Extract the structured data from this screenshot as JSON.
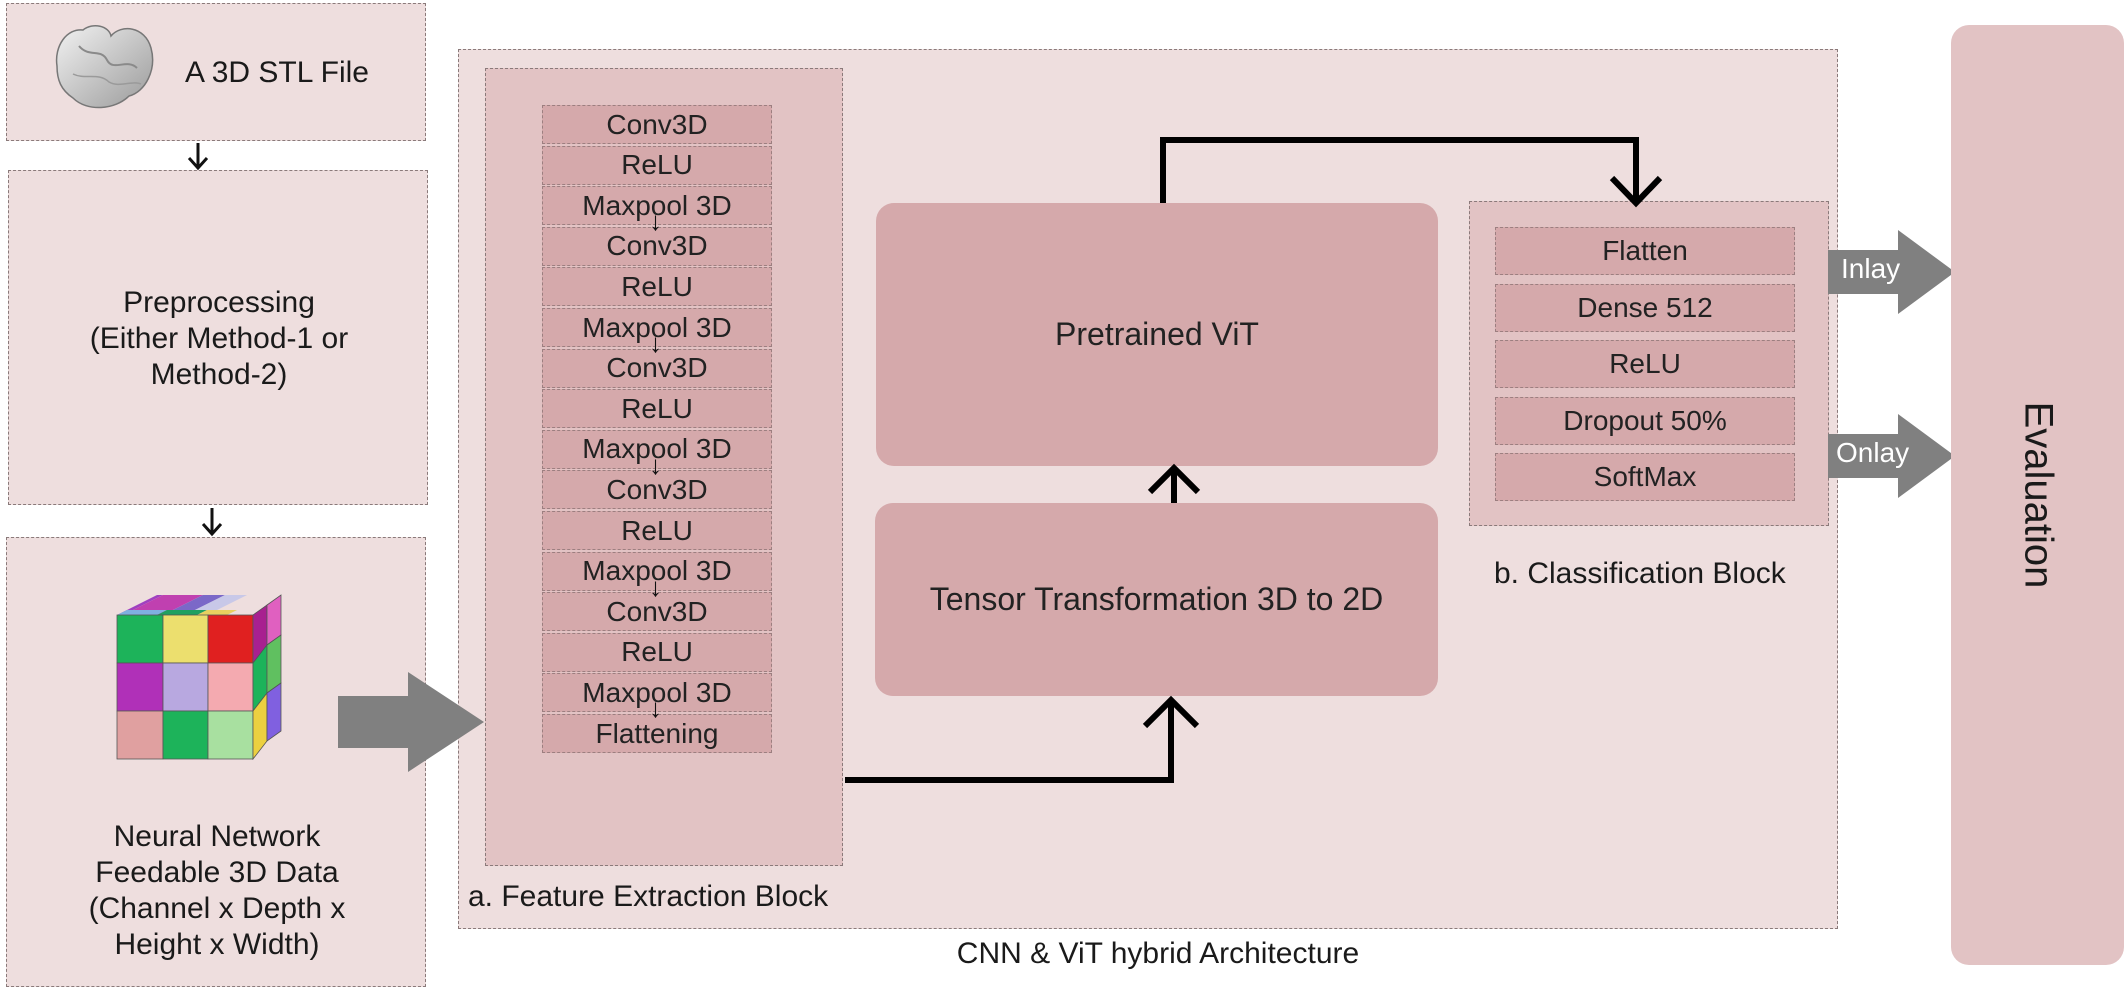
{
  "input": {
    "stl_label": "A 3D STL File"
  },
  "preprocessing": {
    "line1": "Preprocessing",
    "line2": "(Either Method-1 or",
    "line3": "Method-2)"
  },
  "data_box": {
    "line1": "Neural Network",
    "line2": "Feedable 3D Data",
    "line3": "(Channel x Depth x",
    "line4": "Height x Width)"
  },
  "feature_block": {
    "label": "a. Feature Extraction Block",
    "layers": [
      "Conv3D",
      "ReLU",
      "Maxpool 3D",
      "Conv3D",
      "ReLU",
      "Maxpool 3D",
      "Conv3D",
      "ReLU",
      "Maxpool 3D",
      "Conv3D",
      "ReLU",
      "Maxpool 3D",
      "Conv3D",
      "ReLU",
      "Maxpool 3D",
      "Flattening"
    ]
  },
  "tensor_transform": "Tensor Transformation 3D to 2D",
  "vit": "Pretrained ViT",
  "classification_block": {
    "label": "b. Classification Block",
    "layers": [
      "Flatten",
      "Dense 512",
      "ReLU",
      "Dropout 50%",
      "SoftMax"
    ]
  },
  "outputs": {
    "inlay": "Inlay",
    "onlay": "Onlay"
  },
  "evaluation": "Evaluation",
  "architecture_label": "CNN & ViT hybrid Architecture",
  "colors": {
    "panel": "#eedede",
    "inner": "#e2c3c4",
    "block": "#d5a9ab",
    "evaluation": "#e2c3c4",
    "arrow_gray": "#808080"
  }
}
